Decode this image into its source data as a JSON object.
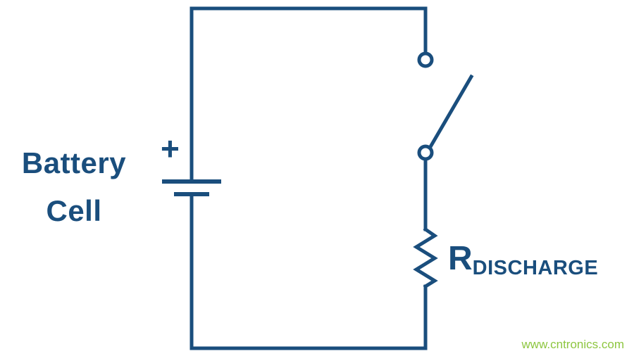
{
  "diagram": {
    "battery": {
      "label_line1": "Battery",
      "label_line2": "Cell",
      "polarity": "+"
    },
    "resistor": {
      "label": "R",
      "subscript": "DISCHARGE"
    },
    "watermark": "www.cntronics.com",
    "colors": {
      "circuit": "#1a4e7d",
      "watermark": "#8dc63f",
      "background": "#ffffff"
    }
  }
}
